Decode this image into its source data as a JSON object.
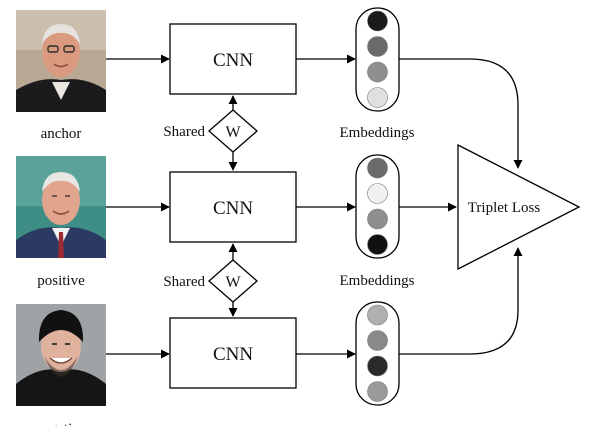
{
  "labels": {
    "cnn": "CNN",
    "shared": "Shared",
    "weight": "W",
    "embeddings": "Embeddings",
    "triplet_loss": "Triplet Loss",
    "anchor": "anchor",
    "positive": "positive",
    "negative": "negative"
  },
  "embeddings": [
    [
      "#1a1a1a",
      "#6a6a6a",
      "#8f8f8f",
      "#e0e0e0"
    ],
    [
      "#6a6a6a",
      "#f0f0f0",
      "#8f8f8f",
      "#111111"
    ],
    [
      "#b0b0b0",
      "#8a8a8a",
      "#2a2a2a",
      "#9a9a9a"
    ]
  ]
}
